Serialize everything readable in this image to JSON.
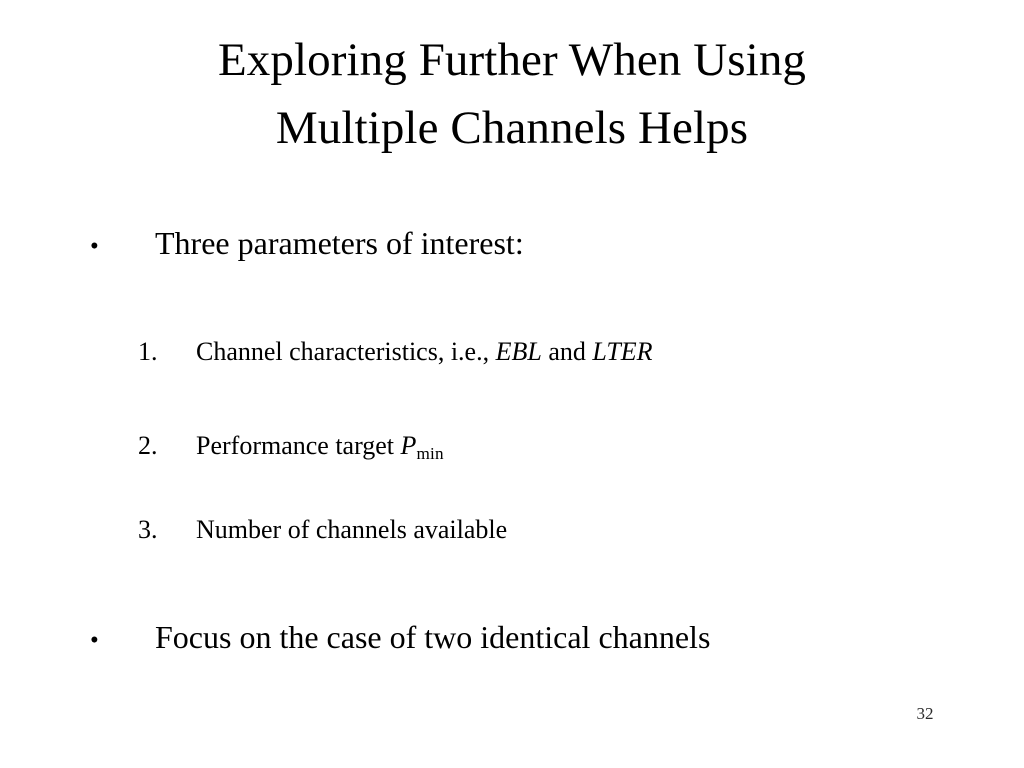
{
  "slide": {
    "background_color": "#ffffff",
    "text_color": "#000000",
    "page_number": "32",
    "title": {
      "line1": "Exploring Further When Using",
      "line2": "Multiple Channels Helps",
      "full": "Exploring Further When Using Multiple Channels Helps"
    },
    "bullets": [
      {
        "level": 1,
        "marker": "•",
        "text": "Three parameters of interest:"
      },
      {
        "level": 2,
        "marker": "1.",
        "text_before": "Channel characteristics, i.e., ",
        "italic1": "EBL",
        "text_middle": " and ",
        "italic2": "LTER",
        "text_after": "",
        "plain": "Channel characteristics, i.e., EBL and LTER"
      },
      {
        "level": 2,
        "marker": "2.",
        "text_before": "Performance target ",
        "italic1": "P",
        "subscript1": "min",
        "plain": "Performance target Pmin"
      },
      {
        "level": 2,
        "marker": "3.",
        "text": "Number of channels available"
      },
      {
        "level": 1,
        "marker": "•",
        "text": "Focus on the case of two identical channels"
      }
    ]
  }
}
